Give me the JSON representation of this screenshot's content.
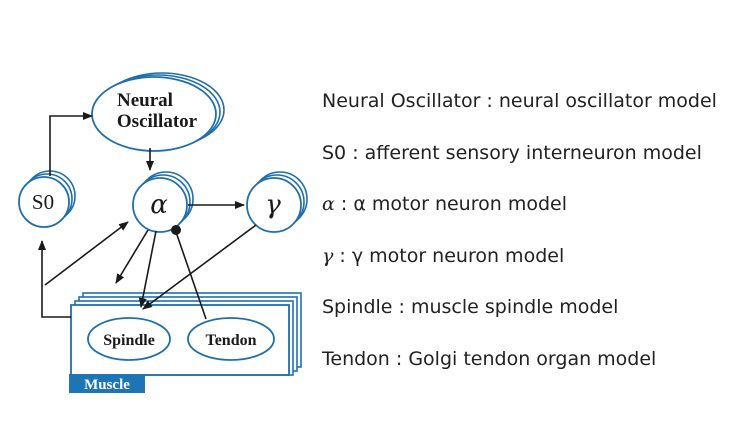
{
  "colors": {
    "stroke": "#1f6fae",
    "arrow": "#1a1a1a",
    "muscle_label_bg": "#1d74b7",
    "muscle_label_text": "#ffffff",
    "text": "#222222"
  },
  "diagram": {
    "neural_oscillator": {
      "line1": "Neural",
      "line2": "Oscillator"
    },
    "s0": "S0",
    "alpha": "α",
    "gamma": "γ",
    "spindle": "Spindle",
    "tendon": "Tendon",
    "muscle": "Muscle"
  },
  "legend": [
    {
      "key": "Neural Oscillator",
      "sep": " : ",
      "desc": "neural oscillator model"
    },
    {
      "key": "S0",
      "sep": " : ",
      "desc": "afferent sensory interneuron model"
    },
    {
      "key": "α",
      "sep": " : ",
      "desc": "α motor neuron model",
      "symbol": true
    },
    {
      "key": "γ",
      "sep": " : ",
      "desc": "γ motor neuron model",
      "symbol": true
    },
    {
      "key": "Spindle",
      "sep": " : ",
      "desc": "muscle spindle model"
    },
    {
      "key": "Tendon",
      "sep": " : ",
      "desc": "Golgi tendon organ model"
    }
  ]
}
